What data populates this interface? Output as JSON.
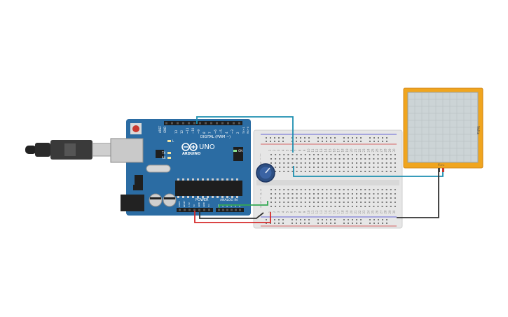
{
  "arduino": {
    "brand": "ARDUINO",
    "model": "UNO",
    "digital_label": "DIGITAL (PWM ~)",
    "power_label": "POWER",
    "analog_label": "ANALOG IN",
    "on_label": "ON",
    "tx_label": "TX",
    "rx_label": "RX",
    "l_label": "L",
    "gnd_label": "GND",
    "aref_label": "AREF",
    "digital_pins": [
      "13",
      "12",
      "~11",
      "~10",
      "~9",
      "8",
      "7",
      "~6",
      "~5",
      "4",
      "~3",
      "2",
      "TX→1",
      "RX←0"
    ],
    "power_pins": [
      "IOREF",
      "RESET",
      "3.3V",
      "5V",
      "GND",
      "GND",
      "Vin"
    ],
    "analog_pins": [
      "A0",
      "A1",
      "A2",
      "A3",
      "A4",
      "A5"
    ]
  },
  "multimeter": {
    "label": "Volts",
    "probe_label": "V⊃⊂"
  },
  "breadboard": {
    "columns": [
      "1",
      "2",
      "3",
      "4",
      "5",
      "6",
      "7",
      "8",
      "9",
      "10",
      "11",
      "12",
      "13",
      "14",
      "15",
      "16",
      "17",
      "18",
      "19",
      "20",
      "21",
      "22",
      "23",
      "24",
      "25",
      "26",
      "27",
      "28",
      "29",
      "30"
    ],
    "rows_top": [
      "j",
      "i",
      "h",
      "g",
      "f"
    ],
    "rows_bottom": [
      "e",
      "d",
      "c",
      "b",
      "a"
    ]
  },
  "colors": {
    "arduino_board": "#2b6ca3",
    "wire_blue": "#1d8fb0",
    "wire_red": "#d62b2b",
    "wire_black": "#333333",
    "wire_green": "#34a853",
    "multimeter_body": "#f0a51e",
    "breadboard": "#e6e6e6",
    "rail_red": "#d23a3a",
    "rail_blue": "#3a3ad2"
  }
}
